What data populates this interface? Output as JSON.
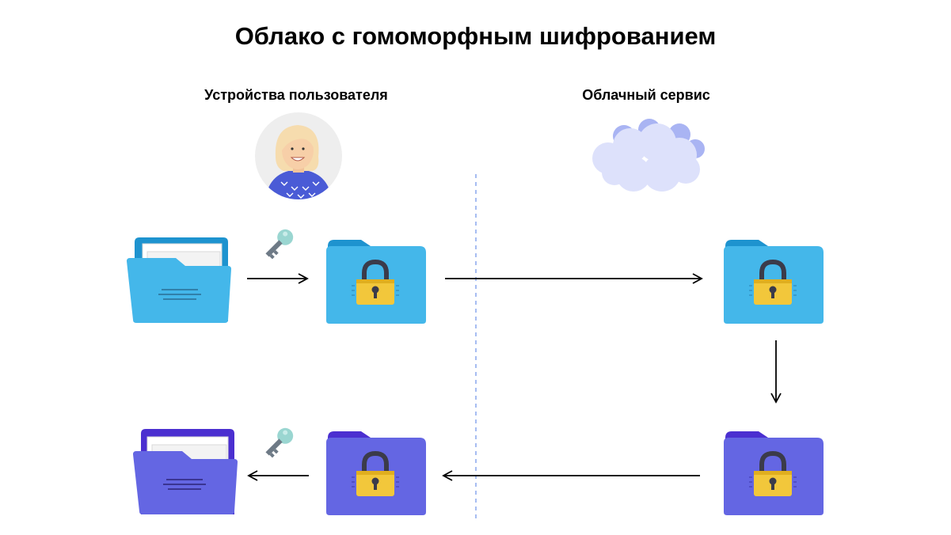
{
  "title": "Облако с гомоморфным шифрованием",
  "labels": {
    "user_devices": "Устройства пользователя",
    "cloud_service": "Облачный сервис"
  },
  "colors": {
    "folder_blue": "#44b7ea",
    "folder_blue_dark": "#1e93cf",
    "folder_purple": "#6466e3",
    "folder_purple_dark": "#4b2fd0",
    "lock_body": "#f2c73b",
    "lock_shackle": "#3b3b4a",
    "key": "#9ad6d1",
    "cloud": "#dde1fb",
    "cloud_back": "#a9b4f3",
    "divider": "#a7bdf2"
  },
  "icons": {
    "open_folder_plain": "open-folder-icon",
    "encrypted_folder": "locked-folder-icon",
    "key": "key-icon",
    "cloud": "cloud-icon",
    "user": "user-avatar-icon"
  }
}
